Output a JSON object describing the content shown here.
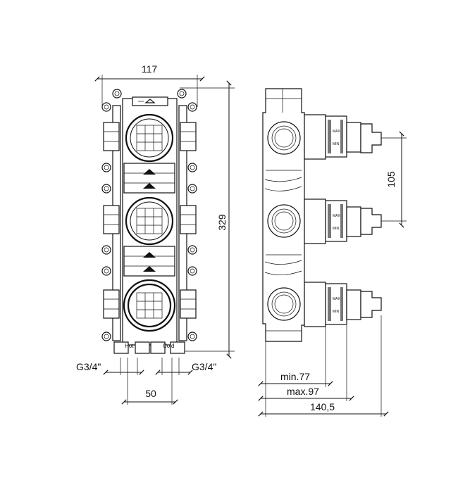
{
  "front_view": {
    "width_label": "117",
    "height_label": "329",
    "spacing_label": "50",
    "hot_label": "Hot",
    "cold_label": "Cold",
    "thread_left_label": "G3/4\"",
    "thread_right_label": "G3/4\""
  },
  "side_view": {
    "spacing_label": "105",
    "min_label": "min.77",
    "max_label": "max.97",
    "total_label": "140,5"
  },
  "cartridges": [
    {
      "top": "MAX",
      "bottom": "MIN"
    },
    {
      "top": "MAX",
      "bottom": "MIN"
    },
    {
      "top": "MAX",
      "bottom": "MIN"
    }
  ]
}
